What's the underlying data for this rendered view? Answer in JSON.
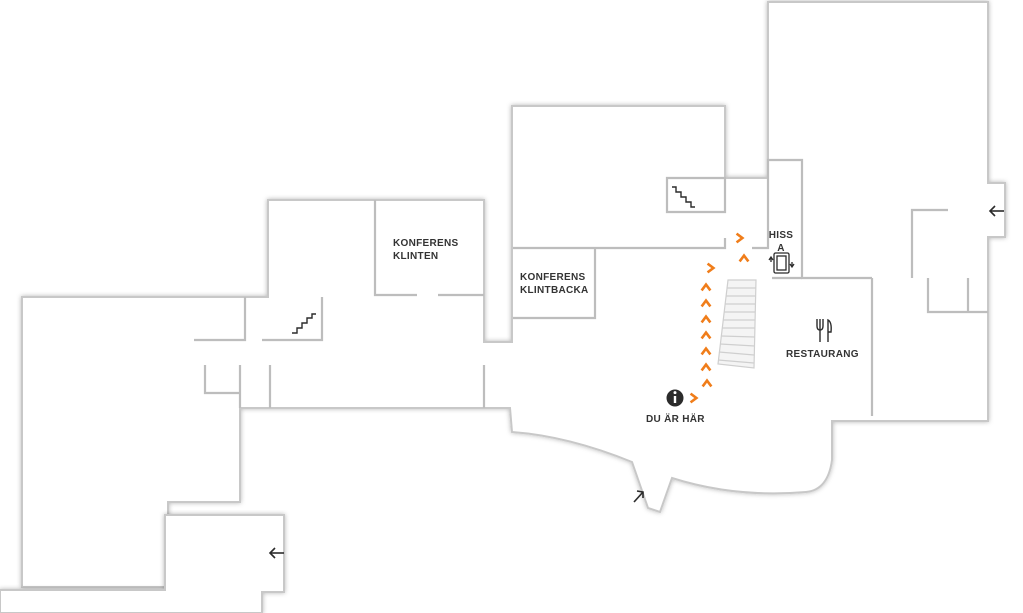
{
  "map": {
    "colors": {
      "floor": "#ffffff",
      "wall": "#bdbdbd",
      "wall_shadow": "#d9d9d9",
      "text": "#333333",
      "route": "#f07d1a",
      "icon": "#2b2b2b"
    }
  },
  "rooms": {
    "konferens_klinten": {
      "line1": "KONFERENS",
      "line2": "KLINTEN"
    },
    "konferens_klintbacka": {
      "line1": "KONFERENS",
      "line2": "KLINTBACKA"
    },
    "restaurang": "RESTAURANG",
    "hiss": {
      "line1": "HISS",
      "line2": "A"
    }
  },
  "you_are_here": {
    "label": "DU ÄR HÄR",
    "icon": "info-icon"
  },
  "route": {
    "chevron_count": 11,
    "direction": "to-elevator"
  },
  "icons": {
    "stairs": "stairs-icon",
    "elevator": "elevator-icon",
    "restaurant": "fork-knife-icon",
    "exit_arrows": [
      "arrow-left-icon",
      "arrow-left-icon",
      "arrow-up-right-icon"
    ]
  }
}
